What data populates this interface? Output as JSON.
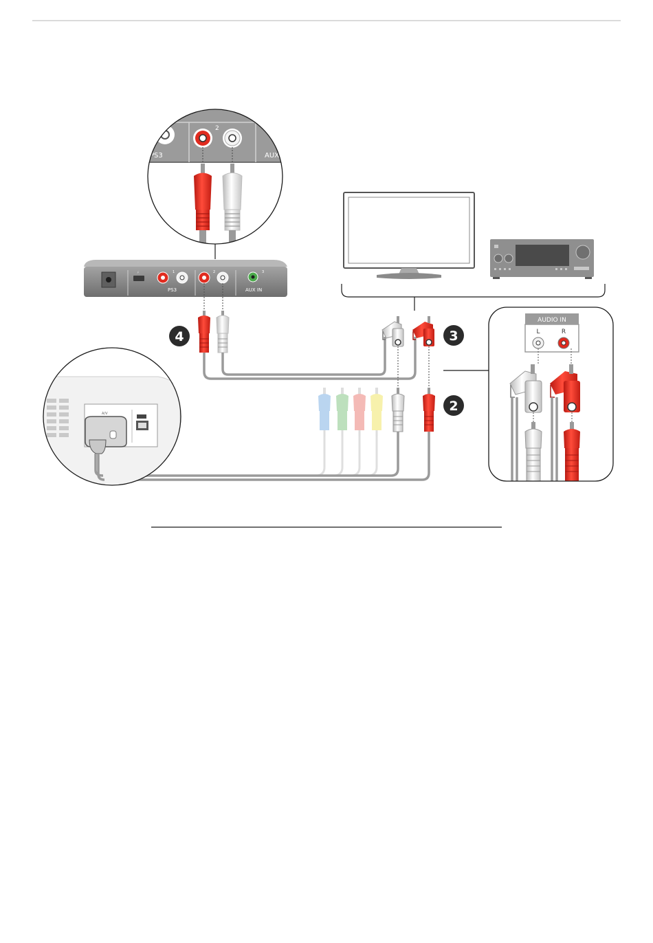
{
  "labels": {
    "ps3": "PS3",
    "aux_in": "AUX IN",
    "port1": "1",
    "port2": "2",
    "port3": "3",
    "zoom_ps3": "PS3",
    "zoom_port2": "2",
    "zoom_aux": "AUX",
    "audio_in": "AUDIO IN",
    "audio_l": "L",
    "audio_r": "R",
    "xbox_av": "A/V"
  },
  "steps": {
    "step2": "2",
    "step3": "3",
    "step4": "4"
  },
  "colors": {
    "red_plug": "#e02b1f",
    "white_plug": "#eeeeee",
    "cable_gray": "#9a9a9a",
    "device_gray": "#7d7d7d",
    "step_badge": "#2b2b2b"
  }
}
